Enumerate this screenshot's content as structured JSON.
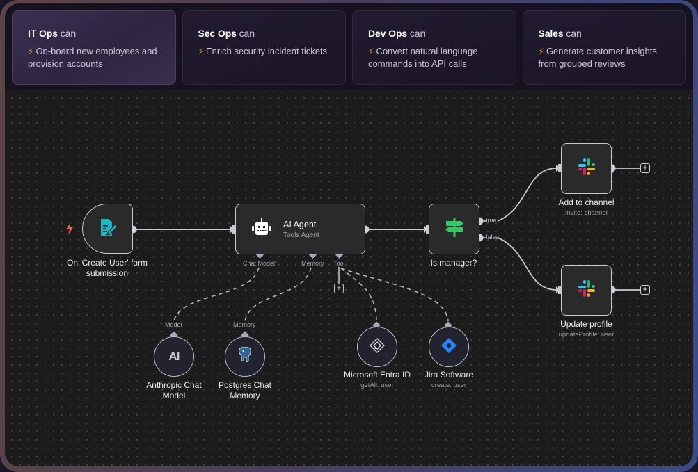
{
  "cards": [
    {
      "team": "IT Ops",
      "suffix": "can",
      "bolt": "⚡",
      "description": "On-board new employees and provision accounts",
      "active": true
    },
    {
      "team": "Sec Ops",
      "suffix": "can",
      "bolt": "⚡",
      "description": "Enrich security incident tickets",
      "active": false
    },
    {
      "team": "Dev Ops",
      "suffix": "can",
      "bolt": "⚡",
      "description": "Convert natural language commands into API calls",
      "active": false
    },
    {
      "team": "Sales",
      "suffix": "can",
      "bolt": "⚡",
      "description": "Generate customer insights from grouped reviews",
      "active": false
    }
  ],
  "workflow": {
    "trigger": {
      "label": "On 'Create User' form submission",
      "icon": "form-icon",
      "trigger_icon": "lightning-icon"
    },
    "agent": {
      "title": "AI Agent",
      "subtitle": "Tools Agent",
      "icon": "robot-icon",
      "ports": {
        "chat_model": "Chat Model",
        "required_marker": "*",
        "memory": "Memory",
        "tool": "Tool"
      }
    },
    "if_node": {
      "label": "Is manager?",
      "icon": "signpost-icon",
      "outputs": {
        "true": "true",
        "false": "false"
      }
    },
    "add_to_channel": {
      "label": "Add to channel",
      "sub": "invite: channel",
      "icon": "slack-icon"
    },
    "update_profile": {
      "label": "Update profile",
      "sub": "updateProfile: user",
      "icon": "slack-icon"
    },
    "anthropic": {
      "label": "Anthropic Chat Model",
      "port": "Model",
      "icon": "anthropic-icon",
      "glyph": "AI"
    },
    "postgres": {
      "label": "Postgres Chat Memory",
      "port": "Memory",
      "icon": "postgres-elephant-icon"
    },
    "entra": {
      "label": "Microsoft Entra ID",
      "sub": "getAll: user",
      "icon": "entra-id-icon"
    },
    "jira": {
      "label": "Jira Software",
      "sub": "create: user",
      "icon": "jira-icon"
    },
    "plus": "+"
  },
  "colors": {
    "form_icon": "#1fb6c1",
    "signpost_icon": "#35c66a",
    "trigger_bolt": "#f0644a",
    "jira_blue": "#2684ff",
    "slack": [
      "#36c5f0",
      "#2eb67d",
      "#ecb22e",
      "#e01e5a"
    ]
  }
}
